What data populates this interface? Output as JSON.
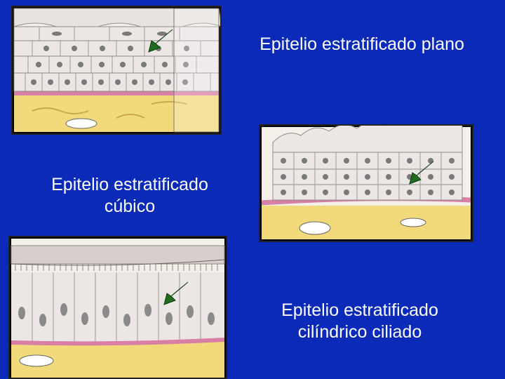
{
  "slide": {
    "background_color": "#0b2ab8",
    "panels": [
      {
        "title": "Epitelio estratificado plano",
        "arrow_icon": "green-arrow-icon"
      },
      {
        "title_line1": "Epitelio estratificado",
        "title_line2": "cúbico",
        "arrow_icon": "green-arrow-icon"
      },
      {
        "title_line1": "Epitelio estratificado",
        "title_line2": "cilíndrico ciliado",
        "arrow_icon": "green-arrow-icon"
      }
    ]
  },
  "colors": {
    "text": "#ffffff",
    "arrow": "#1f6b1f",
    "connective_tissue": "#f2da7a",
    "basement_membrane": "#d77fa4",
    "cells": "#e8e2df"
  }
}
